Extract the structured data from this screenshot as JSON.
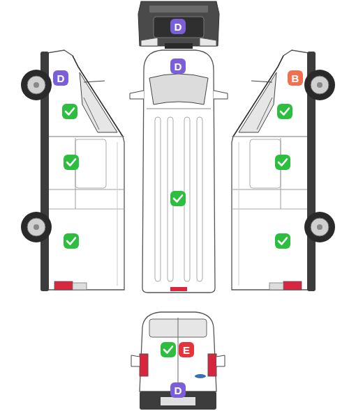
{
  "diagram": {
    "nodes": [
      {
        "text": [
          "D"
        ]
      },
      {
        "text": [
          "D"
        ]
      },
      {
        "text": [
          "D"
        ]
      },
      {
        "text": [
          "B"
        ]
      },
      {
        "text": [
          "E"
        ]
      },
      {
        "text": [
          "D"
        ]
      }
    ]
  }
}
